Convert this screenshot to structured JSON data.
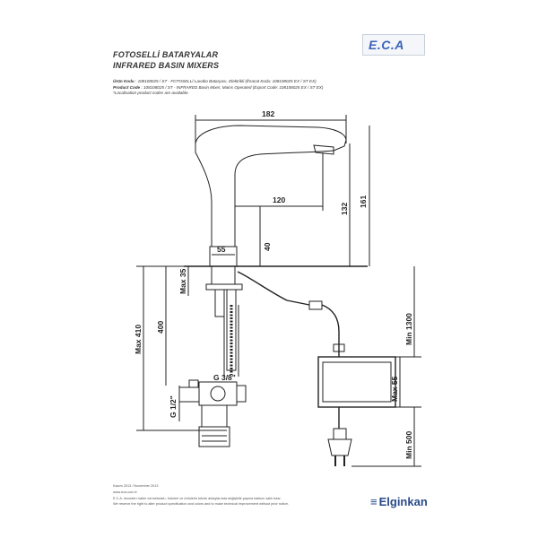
{
  "header": {
    "title_tr": "FOTOSELLİ BATARYALAR",
    "title_en": "INFRARED BASIN MIXERS",
    "logo": "E.C.A"
  },
  "info": {
    "line1_label": "Ürün Kodu",
    "line1_text": ": 108108025 / ST - FOTOSELLİ Lavabo Bataryası, Elektrikli (İhracat Kodu: 108108025 EX / ST EX)",
    "line2_label": "Product Code",
    "line2_text": ": 108108025 / ST - INFRARED Basin Mixer, Mains Operated (Export Code: 108108025 EX / ST EX)",
    "line3_text": "*Localisation product codes are available."
  },
  "dimensions": {
    "width_182": "182",
    "reach_120": "120",
    "h_132": "132",
    "h_161": "161",
    "base_55": "55",
    "h_40": "40",
    "max_35": "Max 35",
    "d_400": "400",
    "max_410": "Max 410",
    "g38": "G 3/8\"",
    "g12": "G 1/2\"",
    "min_1300": "Min 1300",
    "max_55": "Max 55",
    "min_500": "Min 500"
  },
  "footer": {
    "date": "Kasım 2013 / November 2013",
    "url": "www.eca.com.tr",
    "note_tr": "E.C.A. önceden haber vermeksizin, ürünleri ve ürünlerin teknik detaylarında değişiklik yapma hakkını saklı tutar.",
    "note_en": "We reserve the right to alter product specification and colors and to make technical improvement without prior notice.",
    "brand": "Elginkan"
  },
  "colors": {
    "accent": "#3a63b8",
    "brand": "#2a4a8a",
    "line": "#222222"
  }
}
